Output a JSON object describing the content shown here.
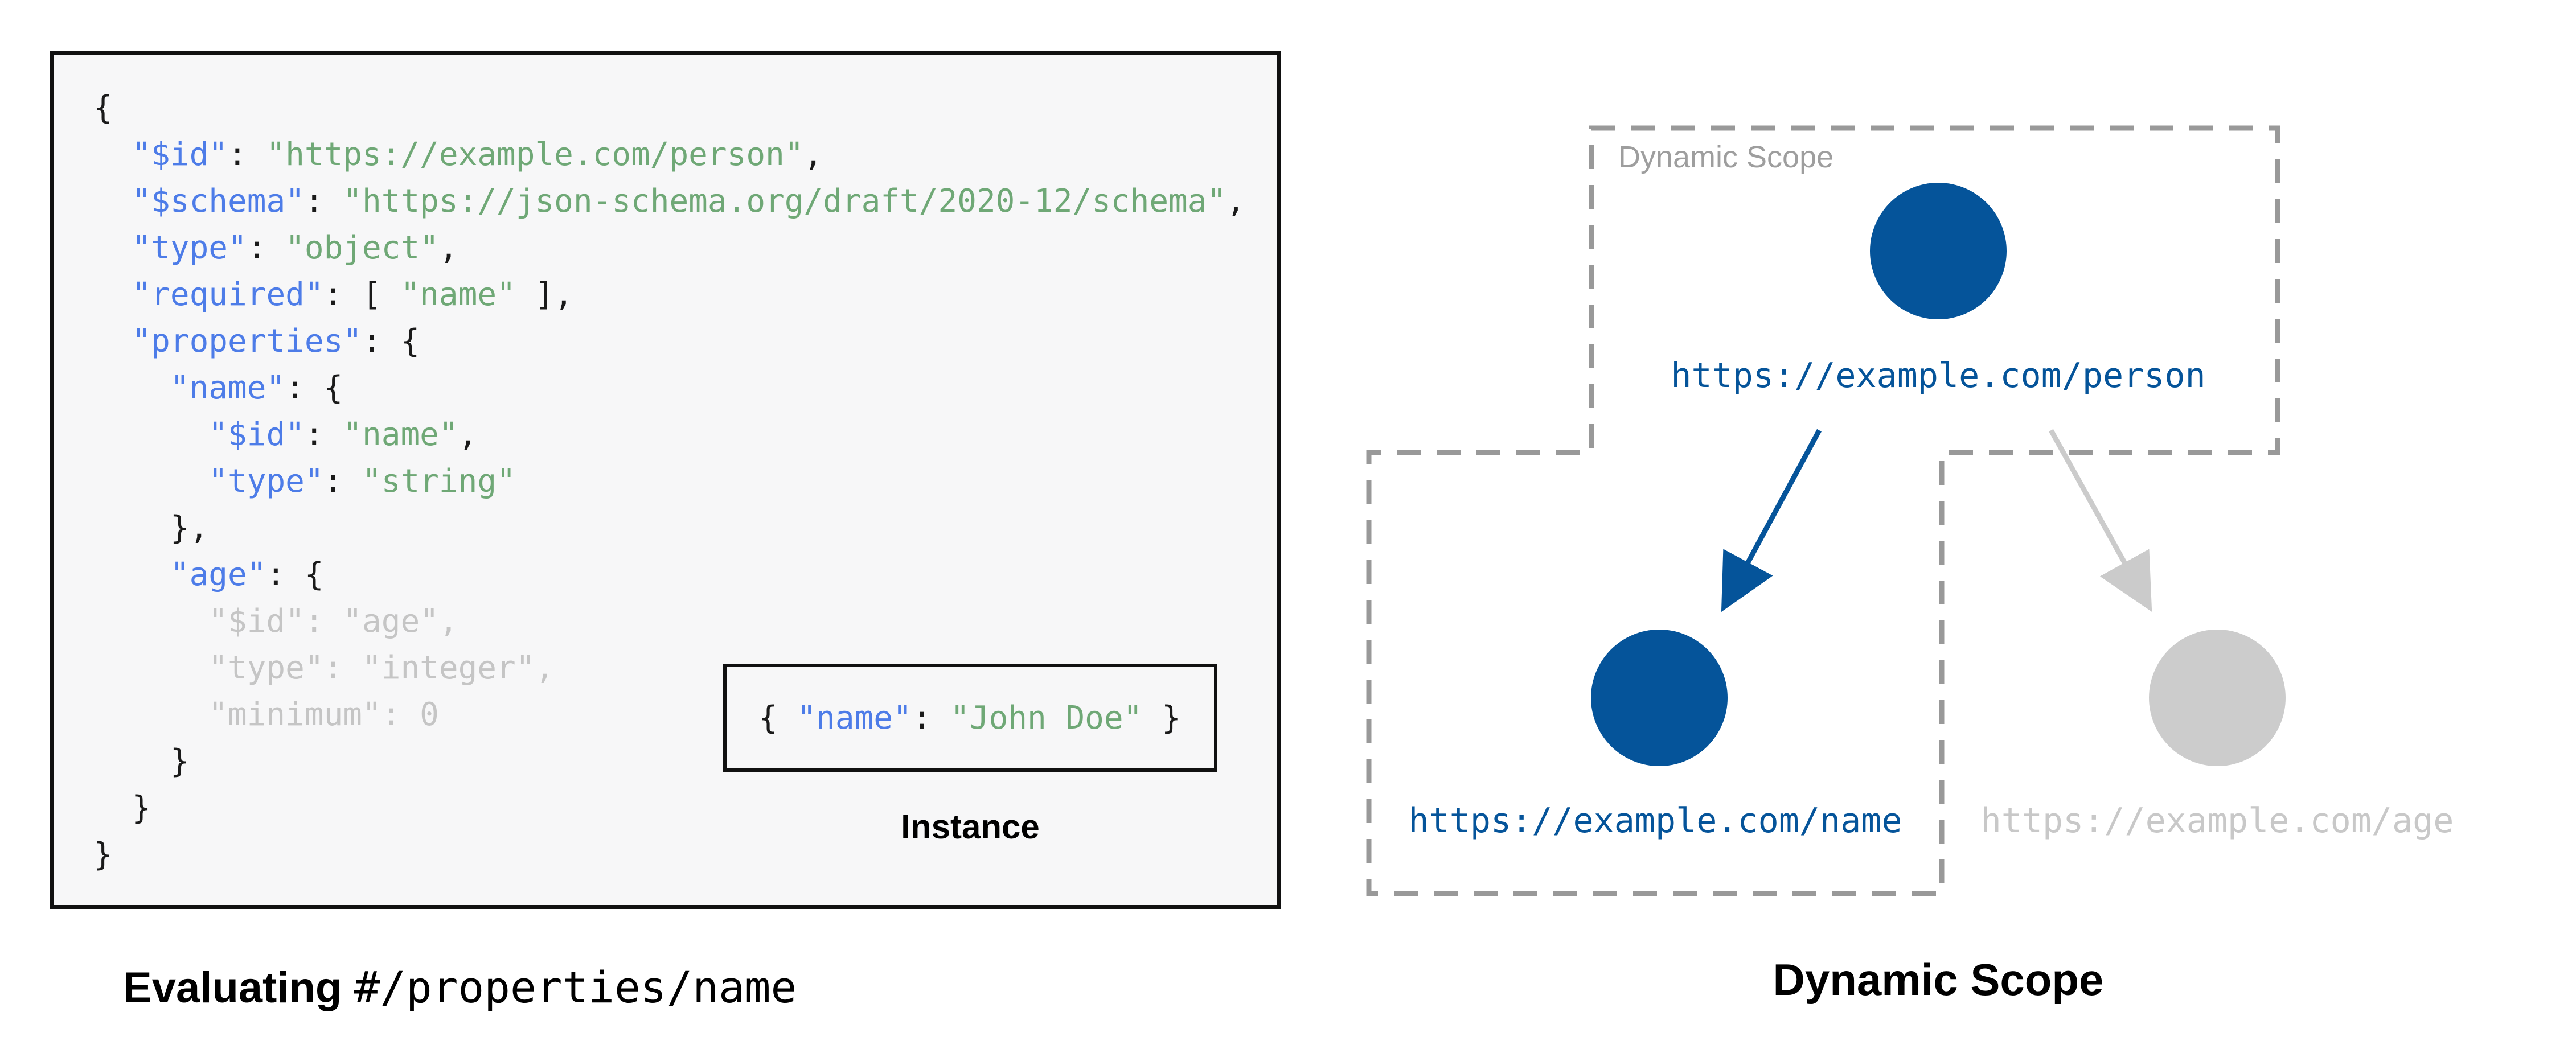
{
  "colors": {
    "key_blue": "#4d7ce8",
    "string_green": "#6fa876",
    "punct_black": "#1a1a1a",
    "dim_gray": "#c5c5c5",
    "panel_bg": "#f7f7f8",
    "panel_border": "#111111",
    "diagram_blue": "#05549a",
    "node_gray": "#cccccc",
    "dash_gray": "#999999",
    "scope_label_gray": "#9e9e9e",
    "url_gray": "#c8c8c8",
    "arrow_gray": "#cbcbcb",
    "caption_black": "#000000"
  },
  "schema_panel": {
    "lines": [
      [
        {
          "t": "{",
          "c": "p"
        }
      ],
      [
        {
          "t": "  ",
          "c": "p"
        },
        {
          "t": "\"$id\"",
          "c": "k"
        },
        {
          "t": ": ",
          "c": "p"
        },
        {
          "t": "\"https://example.com/person\"",
          "c": "s"
        },
        {
          "t": ",",
          "c": "p"
        }
      ],
      [
        {
          "t": "  ",
          "c": "p"
        },
        {
          "t": "\"$schema\"",
          "c": "k"
        },
        {
          "t": ": ",
          "c": "p"
        },
        {
          "t": "\"https://json-schema.org/draft/2020-12/schema\"",
          "c": "s"
        },
        {
          "t": ",",
          "c": "p"
        }
      ],
      [
        {
          "t": "  ",
          "c": "p"
        },
        {
          "t": "\"type\"",
          "c": "k"
        },
        {
          "t": ": ",
          "c": "p"
        },
        {
          "t": "\"object\"",
          "c": "s"
        },
        {
          "t": ",",
          "c": "p"
        }
      ],
      [
        {
          "t": "  ",
          "c": "p"
        },
        {
          "t": "\"required\"",
          "c": "k"
        },
        {
          "t": ": [ ",
          "c": "p"
        },
        {
          "t": "\"name\"",
          "c": "s"
        },
        {
          "t": " ],",
          "c": "p"
        }
      ],
      [
        {
          "t": "  ",
          "c": "p"
        },
        {
          "t": "\"properties\"",
          "c": "k"
        },
        {
          "t": ": {",
          "c": "p"
        }
      ],
      [
        {
          "t": "    ",
          "c": "p"
        },
        {
          "t": "\"name\"",
          "c": "k"
        },
        {
          "t": ": {",
          "c": "p"
        }
      ],
      [
        {
          "t": "      ",
          "c": "p"
        },
        {
          "t": "\"$id\"",
          "c": "k"
        },
        {
          "t": ": ",
          "c": "p"
        },
        {
          "t": "\"name\"",
          "c": "s"
        },
        {
          "t": ",",
          "c": "p"
        }
      ],
      [
        {
          "t": "      ",
          "c": "p"
        },
        {
          "t": "\"type\"",
          "c": "k"
        },
        {
          "t": ": ",
          "c": "p"
        },
        {
          "t": "\"string\"",
          "c": "s"
        }
      ],
      [
        {
          "t": "    },",
          "c": "p"
        }
      ],
      [
        {
          "t": "    ",
          "c": "p"
        },
        {
          "t": "\"age\"",
          "c": "k"
        },
        {
          "t": ": {",
          "c": "p"
        }
      ],
      [
        {
          "t": "      \"$id\": \"age\",",
          "c": "d"
        }
      ],
      [
        {
          "t": "      \"type\": \"integer\",",
          "c": "d"
        }
      ],
      [
        {
          "t": "      \"minimum\": 0",
          "c": "d"
        }
      ],
      [
        {
          "t": "    }",
          "c": "p"
        }
      ],
      [
        {
          "t": "  }",
          "c": "p"
        }
      ],
      [
        {
          "t": "}",
          "c": "p"
        }
      ]
    ]
  },
  "instance": {
    "line": [
      [
        {
          "t": "{ ",
          "c": "p"
        },
        {
          "t": "\"name\"",
          "c": "k"
        },
        {
          "t": ": ",
          "c": "p"
        },
        {
          "t": "\"John Doe\"",
          "c": "s"
        },
        {
          "t": " }",
          "c": "p"
        }
      ]
    ],
    "label": "Instance"
  },
  "caption_left": {
    "bold": "Evaluating",
    "separator": " ",
    "pointer": "#/properties/name"
  },
  "diagram": {
    "scope_label": "Dynamic Scope",
    "caption": "Dynamic Scope",
    "nodes": [
      {
        "id": "person",
        "url": "https://example.com/person",
        "state": "in-scope"
      },
      {
        "id": "name",
        "url": "https://example.com/name",
        "state": "in-scope"
      },
      {
        "id": "age",
        "url": "https://example.com/age",
        "state": "out-of-scope"
      }
    ]
  }
}
